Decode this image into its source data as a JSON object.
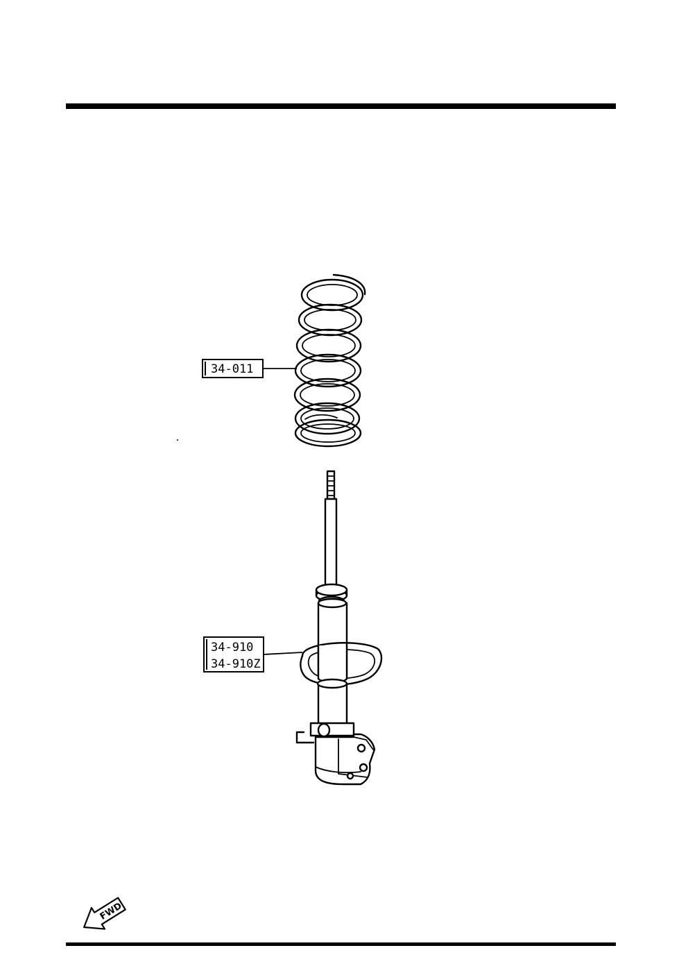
{
  "diagram": {
    "callouts": [
      {
        "id": "spring",
        "lines": [
          "34-011"
        ]
      },
      {
        "id": "strut",
        "lines": [
          "34-910",
          "34-910Z"
        ]
      }
    ],
    "direction_marker": {
      "label": "FWD"
    }
  }
}
